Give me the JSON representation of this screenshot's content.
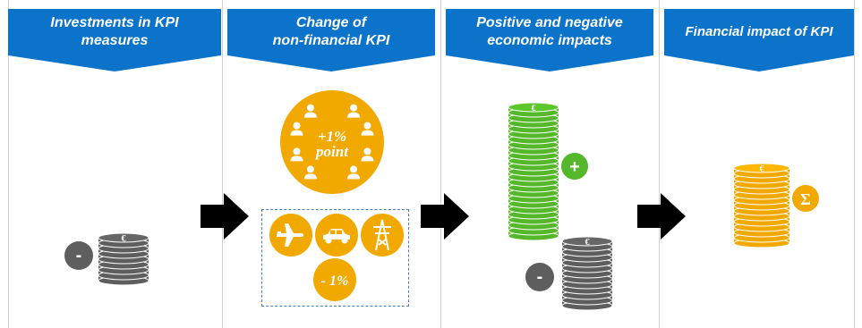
{
  "columns": [
    {
      "title_line1": "Investments in KPI",
      "title_line2": "measures"
    },
    {
      "title_line1": "Change of",
      "title_line2": "non-financial KPI"
    },
    {
      "title_line1": "Positive and negative",
      "title_line2": "economic impacts"
    },
    {
      "title_line1": "Financial impact of KPI",
      "title_line2": ""
    }
  ],
  "symbols": {
    "euro": "€",
    "minus": "-",
    "plus": "+",
    "sigma": "Σ"
  },
  "kpi": {
    "positive_line1": "+1%",
    "positive_line2": "point",
    "negative": "- 1%"
  },
  "colors": {
    "banner": "#0b73c9",
    "gold": "#f1a900",
    "green": "#55b82a",
    "gray": "#5e5e5e",
    "arrow": "#000000",
    "dashed_box": "#4a7fb5"
  },
  "icons": [
    "people-icon",
    "airplane-icon",
    "car-icon",
    "power-tower-icon",
    "coin-stack-icon",
    "arrow-right-icon"
  ]
}
